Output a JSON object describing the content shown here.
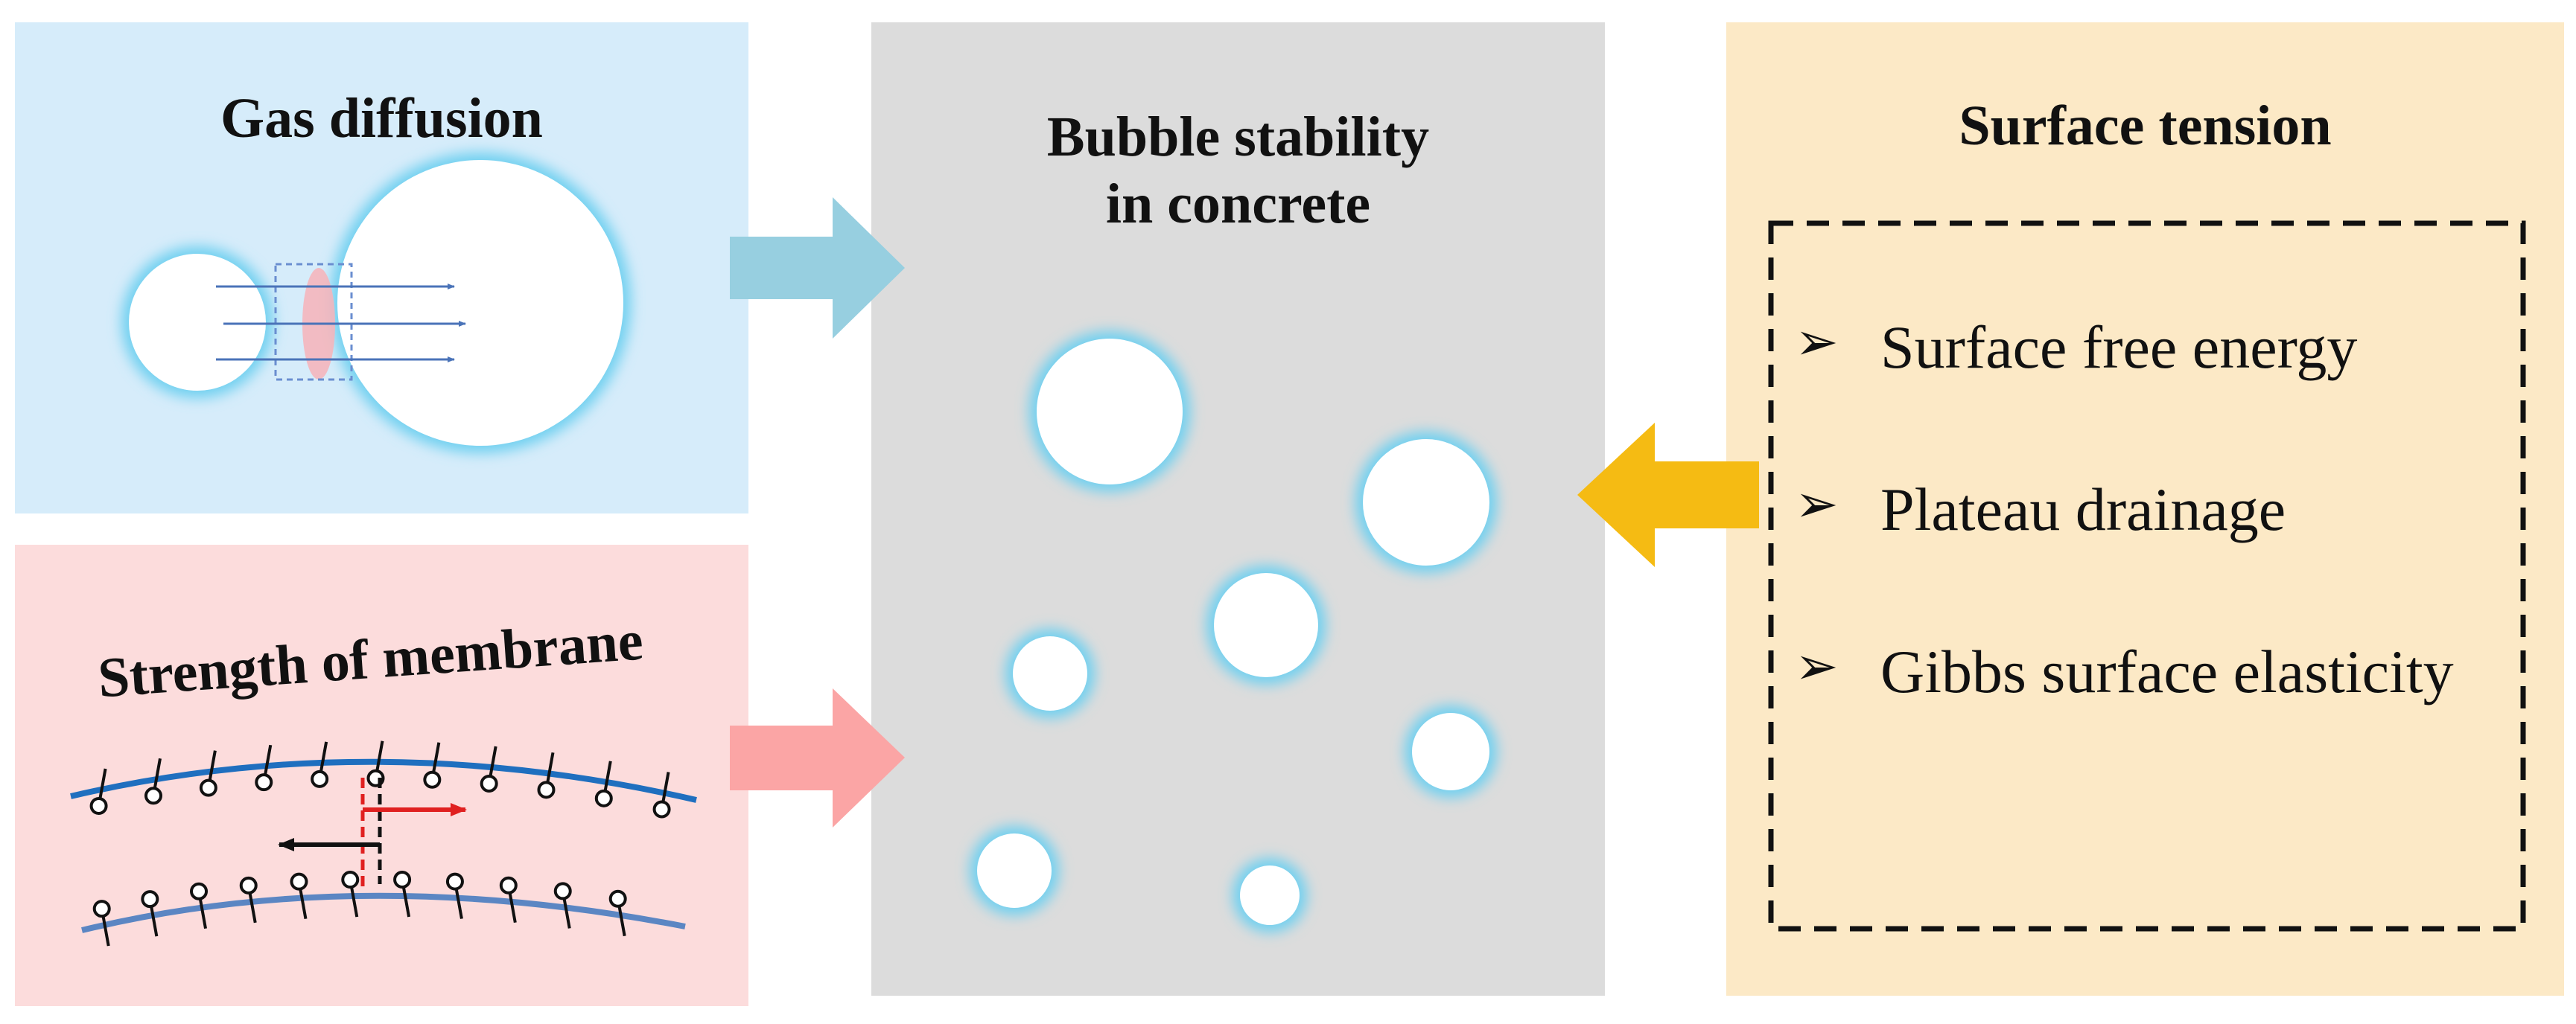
{
  "panels": {
    "gas_diffusion": {
      "title": "Gas diffusion"
    },
    "membrane": {
      "title": "Strength of membrane"
    },
    "bubble_stability": {
      "title_line1": "Bubble stability",
      "title_line2": "in concrete"
    },
    "surface_tension": {
      "title": "Surface tension",
      "items": [
        {
          "bullet": "➢",
          "text": "Surface free energy"
        },
        {
          "bullet": "➢",
          "text": "Plateau drainage"
        },
        {
          "bullet": "➢",
          "text": "Gibbs surface elasticity"
        }
      ]
    }
  },
  "colors": {
    "gas_panel_bg": "#d6ecfa",
    "membrane_panel_bg": "#fcdcdc",
    "center_panel_bg": "#dcdcdc",
    "tension_panel_bg": "#fce9c6",
    "arrow_blue": "#97cfe0",
    "arrow_pink": "#fba5a5",
    "arrow_yellow": "#f5bb13",
    "bubble_glow": "#7fd3ee",
    "membrane_line_top": "#1f6fbf",
    "membrane_line_bottom": "#5b86c3",
    "flow_arrow": "#4a73b8",
    "red_arrow": "#e02020"
  }
}
